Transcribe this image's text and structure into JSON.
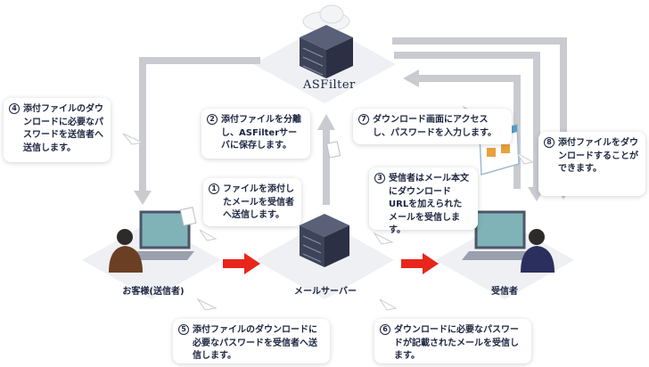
{
  "nodes": {
    "asfilter": "ASFilter",
    "customer": "お客様(送信者)",
    "mailserver": "メールサーバー",
    "recipient": "受信者"
  },
  "steps": [
    {
      "num": "1",
      "text": "ファイルを添付したメールを受信者へ送信します。"
    },
    {
      "num": "2",
      "text": "添付ファイルを分離し、ASFilterサーバに保存します。"
    },
    {
      "num": "3",
      "text": "受信者はメール本文にダウンロードURLを加えられたメールを受信します。"
    },
    {
      "num": "4",
      "text": "添付ファイルのダウンロードに必要なパスワードを送信者へ送信します。"
    },
    {
      "num": "5",
      "text": "添付ファイルのダウンロードに必要なパスワードを受信者へ送信します。"
    },
    {
      "num": "6",
      "text": "ダウンロードに必要なパスワードが記載されたメールを受信します。"
    },
    {
      "num": "7",
      "text": "ダウンロード画面にアクセスし、パスワードを入力します。"
    },
    {
      "num": "8",
      "text": "添付ファイルをダウンロードすることができます。"
    }
  ],
  "colors": {
    "flow_arrow": "#e8261c",
    "route_arrow": "#c9cbd0",
    "platform": "#eef0f3",
    "server": "#3d4359",
    "text": "#1d2540"
  }
}
